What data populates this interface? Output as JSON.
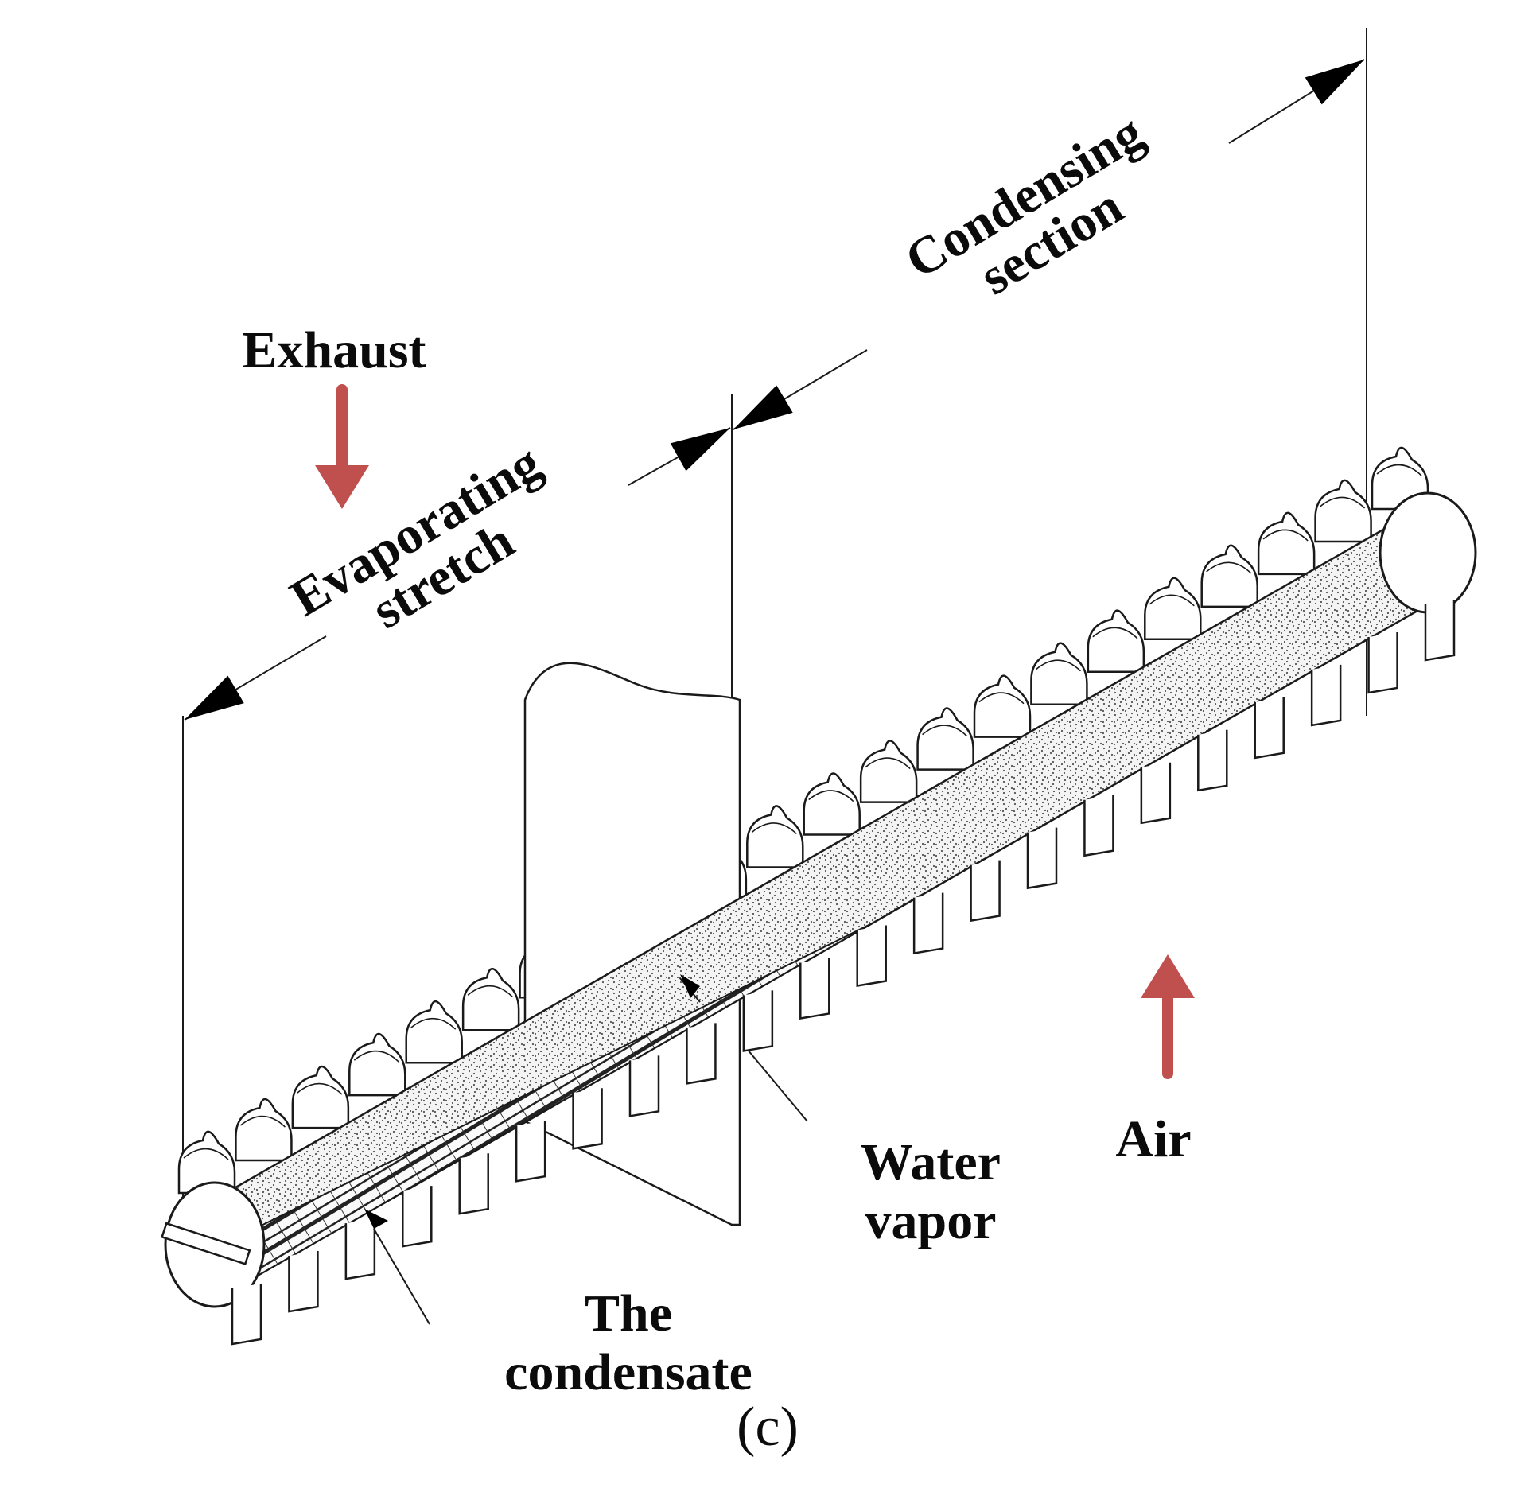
{
  "labels": {
    "exhaust": "Exhaust",
    "evaporating_line1": "Evaporating",
    "evaporating_line2": "stretch",
    "condensing_line1": "Condensing",
    "condensing_line2": "section",
    "water_vapor_line1": "Water",
    "water_vapor_line2": "vapor",
    "air": "Air",
    "condensate_line1": "The",
    "condensate_line2": "condensate",
    "caption": "(c)"
  },
  "colors": {
    "flow_arrow": "#c0504d",
    "line": "#1a1a1a"
  }
}
